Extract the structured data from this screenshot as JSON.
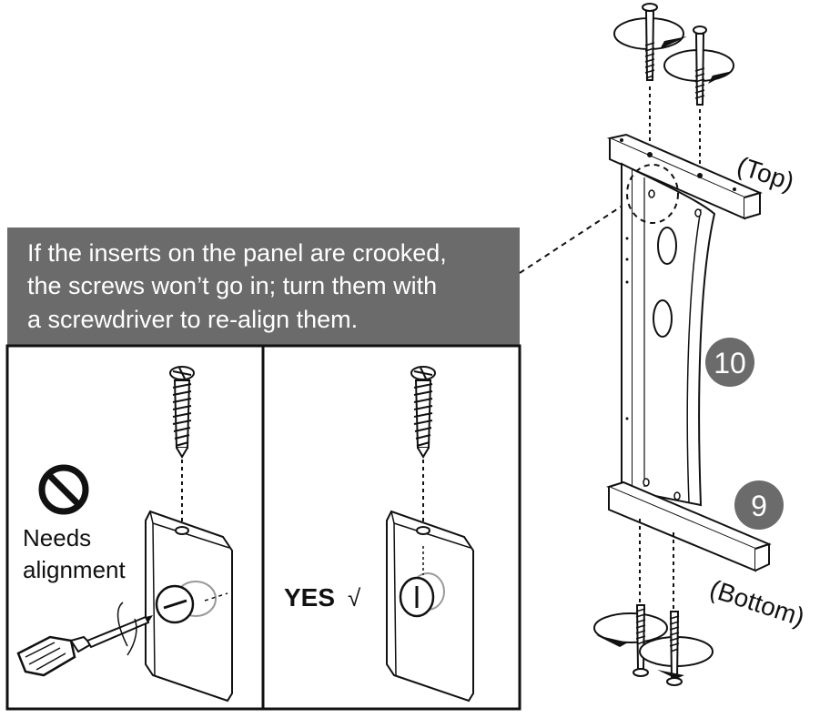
{
  "callout": {
    "lines": [
      "If the inserts on the panel are crooked,",
      "the screws won’t go in; turn them with",
      "a screwdriver to re-align them."
    ]
  },
  "left_panel": {
    "status_icon": "prohibited-icon",
    "label_line1": "Needs",
    "label_line2": "alignment"
  },
  "right_panel": {
    "label": "YES",
    "check_symbol": "√"
  },
  "assembly": {
    "top_label": "(Top)",
    "bottom_label": "(Bottom)",
    "part_numbers": [
      "10",
      "9"
    ]
  },
  "colors": {
    "callout_bg": "#6b6b6b",
    "badge_bg": "#6b6b6b",
    "line": "#111111"
  }
}
